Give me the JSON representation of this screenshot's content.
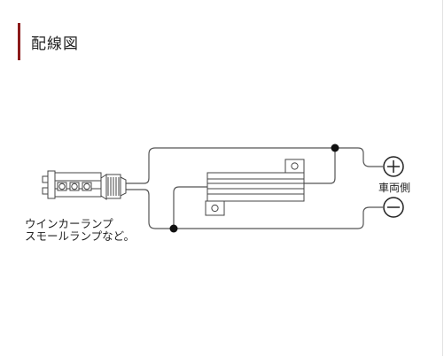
{
  "title": "配線図",
  "accent_color": "#8b1a1a",
  "wire_color": "#555555",
  "labels": {
    "lamp_line1": "ウインカーランプ",
    "lamp_line2": "スモールランプなど。",
    "vehicle_side": "車両側"
  },
  "icons": {
    "plus": "plus-terminal-icon",
    "minus": "minus-terminal-icon",
    "bulb": "led-bulb-icon",
    "resistor": "load-resistor-icon"
  }
}
